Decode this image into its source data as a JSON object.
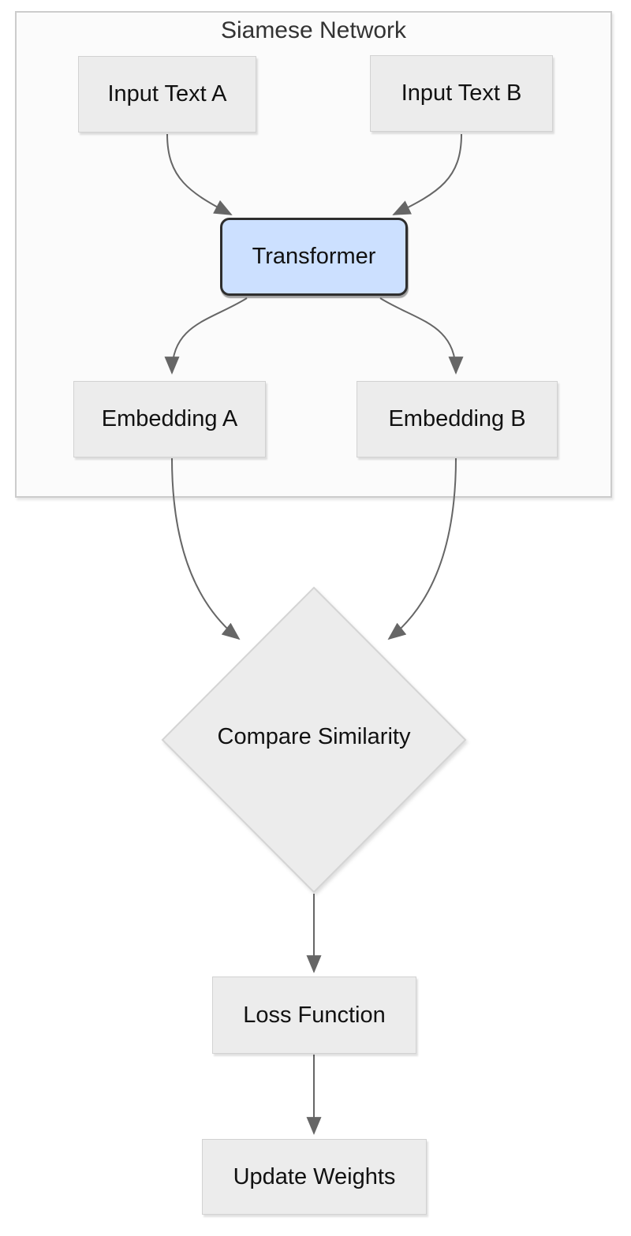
{
  "diagram": {
    "title": "Siamese Network",
    "nodes": {
      "input_a": "Input Text A",
      "input_b": "Input Text B",
      "transformer": "Transformer",
      "embedding_a": "Embedding A",
      "embedding_b": "Embedding B",
      "compare": "Compare Similarity",
      "loss": "Loss Function",
      "update": "Update Weights"
    },
    "edges": [
      {
        "from": "input_a",
        "to": "transformer"
      },
      {
        "from": "input_b",
        "to": "transformer"
      },
      {
        "from": "transformer",
        "to": "embedding_a"
      },
      {
        "from": "transformer",
        "to": "embedding_b"
      },
      {
        "from": "embedding_a",
        "to": "compare"
      },
      {
        "from": "embedding_b",
        "to": "compare"
      },
      {
        "from": "compare",
        "to": "loss"
      },
      {
        "from": "loss",
        "to": "update"
      }
    ],
    "colors": {
      "node_fill": "#ececec",
      "node_border": "#d2d2d2",
      "highlight_fill": "#cce0ff",
      "highlight_border": "#2e2e2e",
      "container_fill": "#fbfbfb",
      "container_border": "#cccccc",
      "arrow": "#666666",
      "text": "#111111"
    }
  }
}
